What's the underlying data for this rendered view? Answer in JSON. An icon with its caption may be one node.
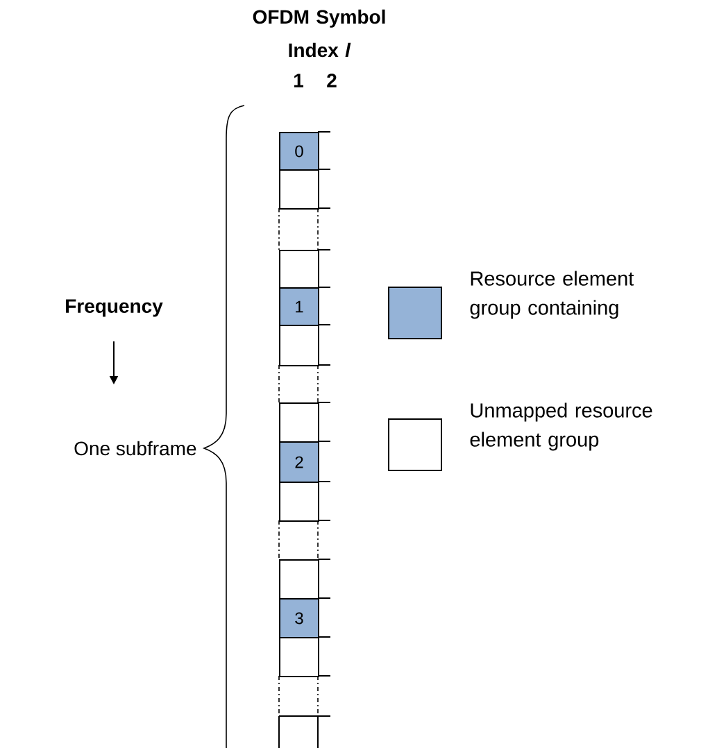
{
  "diagram": {
    "nodes": [
      {
        "text": [
          "0"
        ]
      },
      {
        "text": [],
        "shape": "box"
      },
      {
        "text": [],
        "shape": "box"
      },
      {
        "text": [
          "1"
        ]
      },
      {
        "text": [],
        "shape": "box"
      },
      {
        "text": [],
        "shape": "box"
      },
      {
        "text": [
          "2"
        ]
      },
      {
        "text": [],
        "shape": "box"
      },
      {
        "text": [],
        "shape": "box"
      },
      {
        "text": [
          "3"
        ]
      },
      {
        "text": [],
        "shape": "box"
      }
    ],
    "edges": [],
    "labels": [
      "OFDM Symbol Index *l*",
      "1",
      "2",
      "Frequency",
      "One subframe"
    ],
    "legend": [
      {
        "text": "Resource element group containing",
        "color": "#95b3d7"
      },
      {
        "text": "Unmapped resource element group"
      }
    ]
  }
}
